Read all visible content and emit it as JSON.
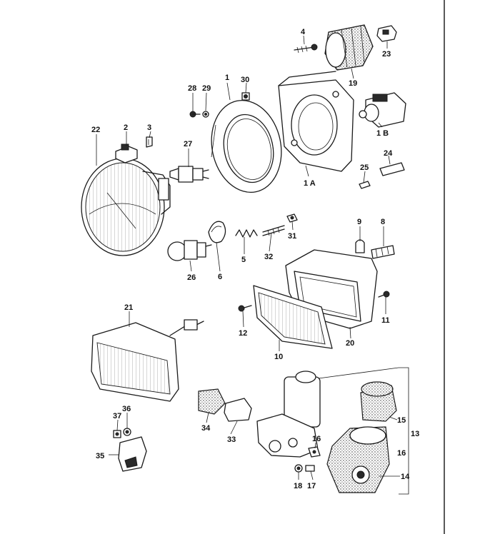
{
  "labels": {
    "p1": "1",
    "p1a": "1 A",
    "p1b": "1 B",
    "p2": "2",
    "p3": "3",
    "p4": "4",
    "p5": "5",
    "p6": "6",
    "p8": "8",
    "p9": "9",
    "p10": "10",
    "p11": "11",
    "p12": "12",
    "p13": "13",
    "p14": "14",
    "p15": "15",
    "p16a": "16",
    "p16b": "16",
    "p17": "17",
    "p18": "18",
    "p19": "19",
    "p20": "20",
    "p21": "21",
    "p22": "22",
    "p23": "23",
    "p24": "24",
    "p25": "25",
    "p26": "26",
    "p27": "27",
    "p28": "28",
    "p29": "29",
    "p30": "30",
    "p31": "31",
    "p32": "32",
    "p33": "33",
    "p34": "34",
    "p35": "35",
    "p36": "36",
    "p37": "37"
  }
}
